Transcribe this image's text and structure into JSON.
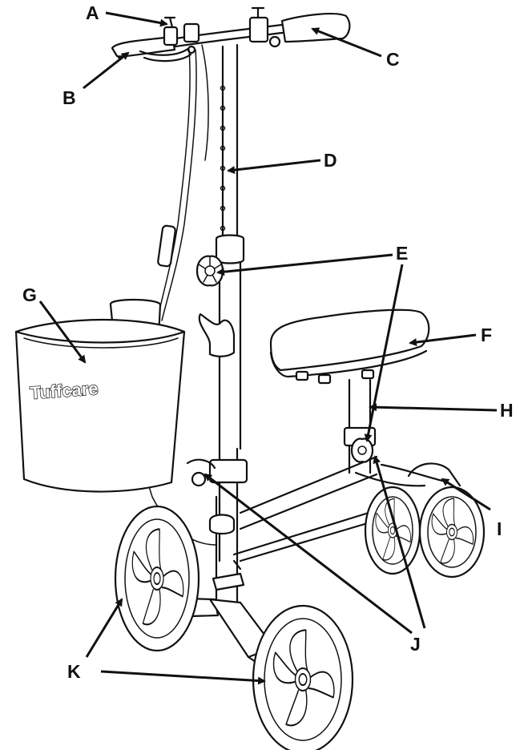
{
  "diagram": {
    "brand_text": "Tuffcare",
    "callouts": [
      {
        "id": "A",
        "label": "A"
      },
      {
        "id": "B",
        "label": "B"
      },
      {
        "id": "C",
        "label": "C"
      },
      {
        "id": "D",
        "label": "D"
      },
      {
        "id": "E",
        "label": "E"
      },
      {
        "id": "F",
        "label": "F"
      },
      {
        "id": "G",
        "label": "G"
      },
      {
        "id": "H",
        "label": "H"
      },
      {
        "id": "I",
        "label": "I"
      },
      {
        "id": "J",
        "label": "J"
      },
      {
        "id": "K",
        "label": "K"
      }
    ]
  }
}
